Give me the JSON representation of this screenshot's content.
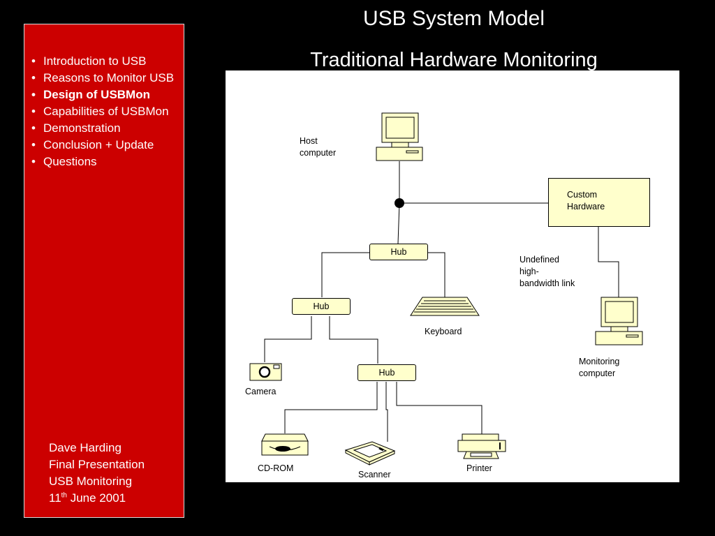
{
  "slide": {
    "title": "USB System Model",
    "subtitle": "Traditional Hardware Monitoring"
  },
  "sidebar": {
    "items": [
      {
        "label": "Introduction to USB",
        "active": false
      },
      {
        "label": "Reasons to Monitor USB",
        "active": false
      },
      {
        "label": "Design of USBMon",
        "active": true
      },
      {
        "label": "Capabilities of USBMon",
        "active": false
      },
      {
        "label": "Demonstration",
        "active": false
      },
      {
        "label": "Conclusion + Update",
        "active": false
      },
      {
        "label": "Questions",
        "active": false
      }
    ],
    "footer": {
      "author": "Dave Harding",
      "event": "Final Presentation",
      "project": "USB Monitoring",
      "date_day": "11",
      "date_suffix": "th",
      "date_rest": " June 2001"
    }
  },
  "diagram": {
    "host_label": "Host\ncomputer",
    "custom_hardware_label": "Custom\nHardware",
    "hub_top_label": "Hub",
    "hub_left_label": "Hub",
    "hub_bottom_label": "Hub",
    "link_label": "Undefined\nhigh-\nbandwidth link",
    "keyboard_label": "Keyboard",
    "monitoring_label": "Monitoring\ncomputer",
    "camera_label": "Camera",
    "cdrom_label": "CD-ROM",
    "scanner_label": "Scanner",
    "printer_label": "Printer"
  },
  "colors": {
    "background": "#000000",
    "sidebar": "#cc0000",
    "device_fill": "#ffffcc",
    "text_light": "#ffffff"
  }
}
